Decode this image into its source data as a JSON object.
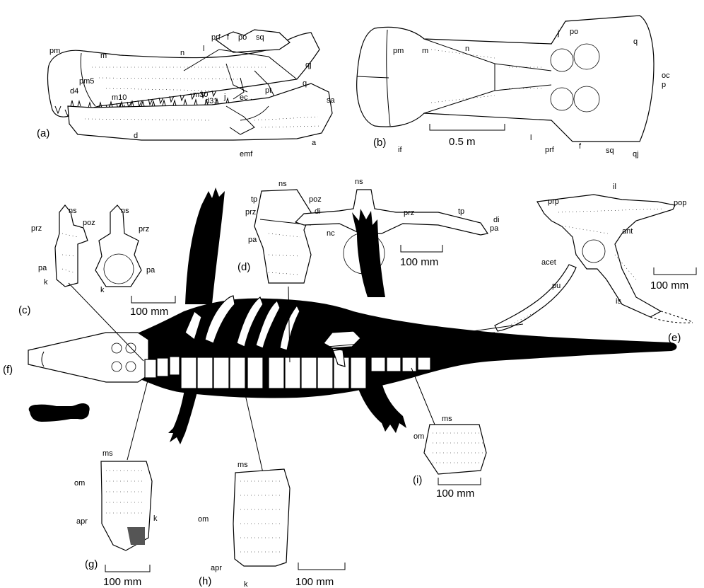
{
  "panels": {
    "a": "(a)",
    "b": "(b)",
    "c": "(c)",
    "d": "(d)",
    "e": "(e)",
    "f": "(f)",
    "g": "(g)",
    "h": "(h)",
    "i": "(i)"
  },
  "scale_bars": {
    "b": "0.5 m",
    "c": "100 mm",
    "d": "100 mm",
    "e": "100 mm",
    "g": "100 mm",
    "h": "100 mm",
    "i": "100 mm"
  },
  "labels": {
    "a": [
      "pm",
      "m",
      "n",
      "l",
      "prf",
      "f",
      "po",
      "sq",
      "qj",
      "q",
      "pt",
      "ec",
      "j",
      "m30",
      "m10",
      "pm5",
      "d4",
      "d31",
      "sa",
      "d",
      "emf",
      "a"
    ],
    "b": [
      "pm",
      "m",
      "n",
      "j",
      "po",
      "q",
      "oc",
      "p",
      "if",
      "l",
      "prf",
      "f",
      "sq",
      "qj"
    ],
    "c": [
      "ns",
      "poz",
      "prz",
      "pa",
      "k",
      "ns",
      "prz",
      "pa",
      "k"
    ],
    "d": [
      "ns",
      "tp",
      "poz",
      "prz",
      "di",
      "pa",
      "ns",
      "prz",
      "tp",
      "di",
      "nc",
      "pa"
    ],
    "e": [
      "il",
      "prp",
      "pop",
      "ant",
      "acet",
      "pu",
      "is"
    ],
    "g": [
      "ms",
      "om",
      "apr",
      "k"
    ],
    "h": [
      "ms",
      "om",
      "apr",
      "k"
    ],
    "i": [
      "ms",
      "om"
    ]
  }
}
